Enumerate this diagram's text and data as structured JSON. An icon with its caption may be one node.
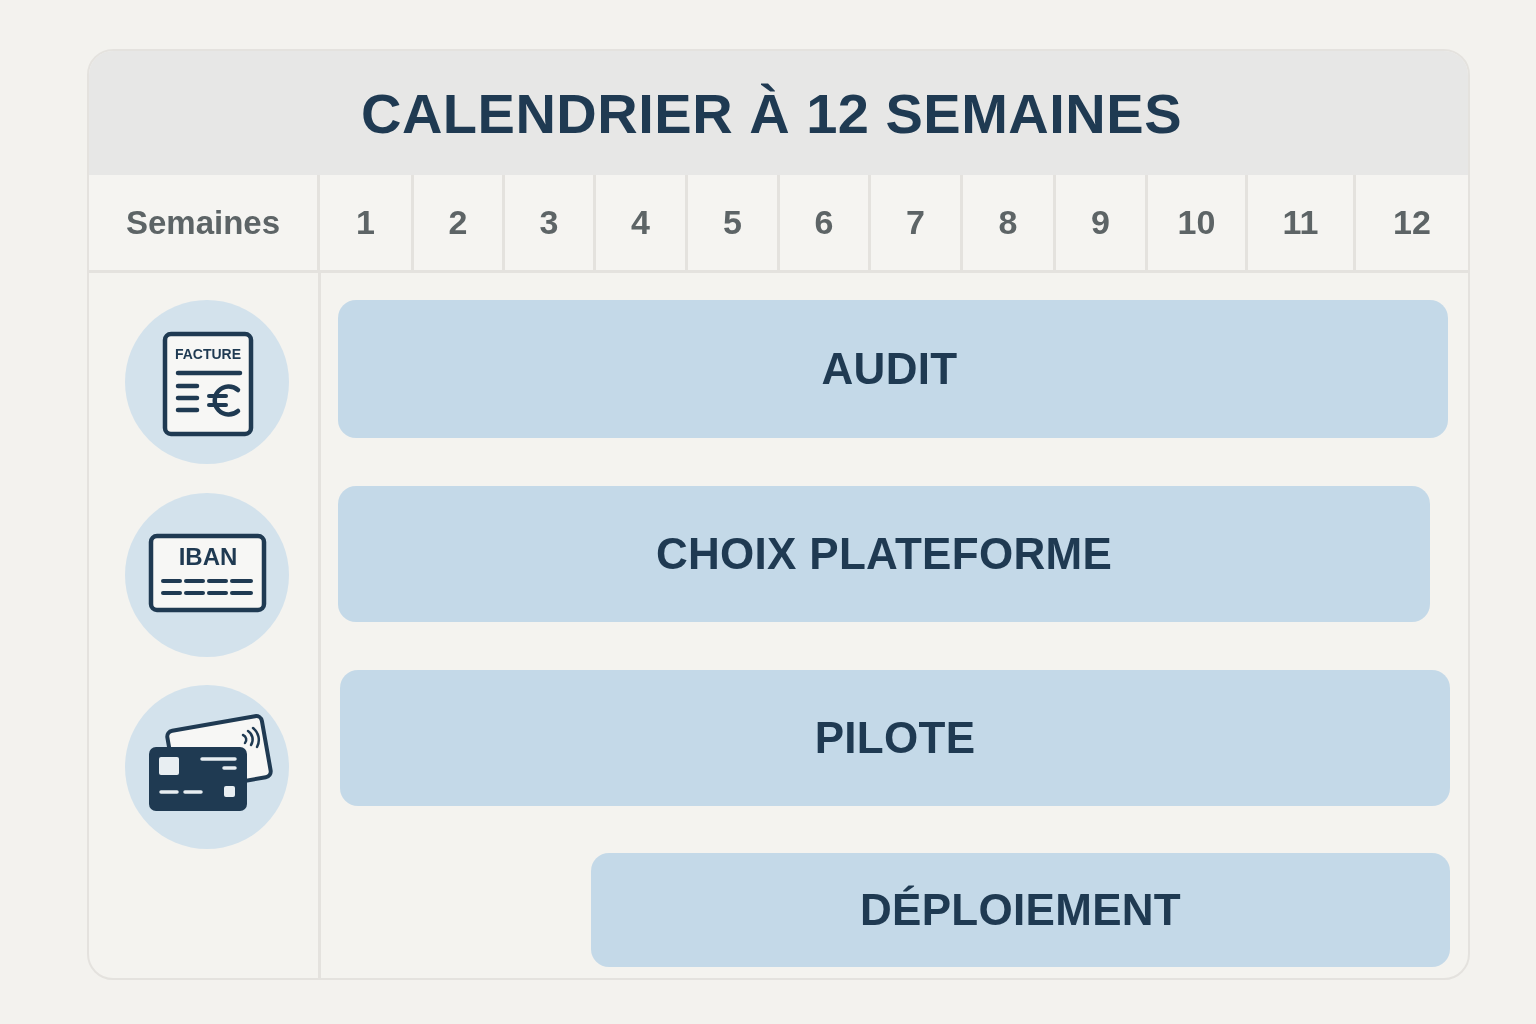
{
  "diagram": {
    "title": "CALENDRIER À 12 SEMAINES",
    "nodes": [
      {
        "text": [
          "AUDIT"
        ]
      },
      {
        "text": [
          "CHOIX PLATEFORME"
        ]
      },
      {
        "text": [
          "PILOTE"
        ]
      },
      {
        "text": [
          "DÉPLOIEMENT"
        ]
      }
    ],
    "labels": [
      "Semaines",
      "1",
      "2",
      "3",
      "4",
      "5",
      "6",
      "7",
      "8",
      "9",
      "10",
      "11",
      "12",
      "FACTURE",
      "IBAN"
    ]
  }
}
